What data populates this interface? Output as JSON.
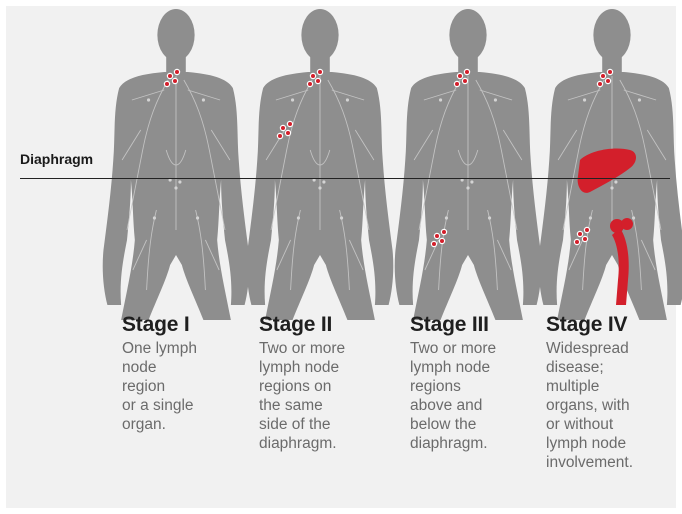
{
  "diaphragm_label": "Diaphragm",
  "colors": {
    "background": "#f1f1f1",
    "body": "#8e8e8e",
    "lymph": "#c9c9c9",
    "highlight": "#d31f2b"
  },
  "stages": [
    {
      "title": "Stage I",
      "desc_lines": [
        "One lymph",
        "node",
        "region",
        "or a single",
        "organ."
      ]
    },
    {
      "title": "Stage II",
      "desc_lines": [
        "Two or more",
        "lymph node",
        "regions on",
        "the same",
        "side of the",
        "diaphragm."
      ]
    },
    {
      "title": "Stage III",
      "desc_lines": [
        "Two or more",
        "lymph node",
        "regions",
        "above and",
        "below the",
        "diaphragm."
      ]
    },
    {
      "title": "Stage IV",
      "desc_lines": [
        "Widespread",
        "disease;",
        "multiple",
        "organs, with",
        "or without",
        "lymph node",
        "involvement."
      ]
    }
  ]
}
